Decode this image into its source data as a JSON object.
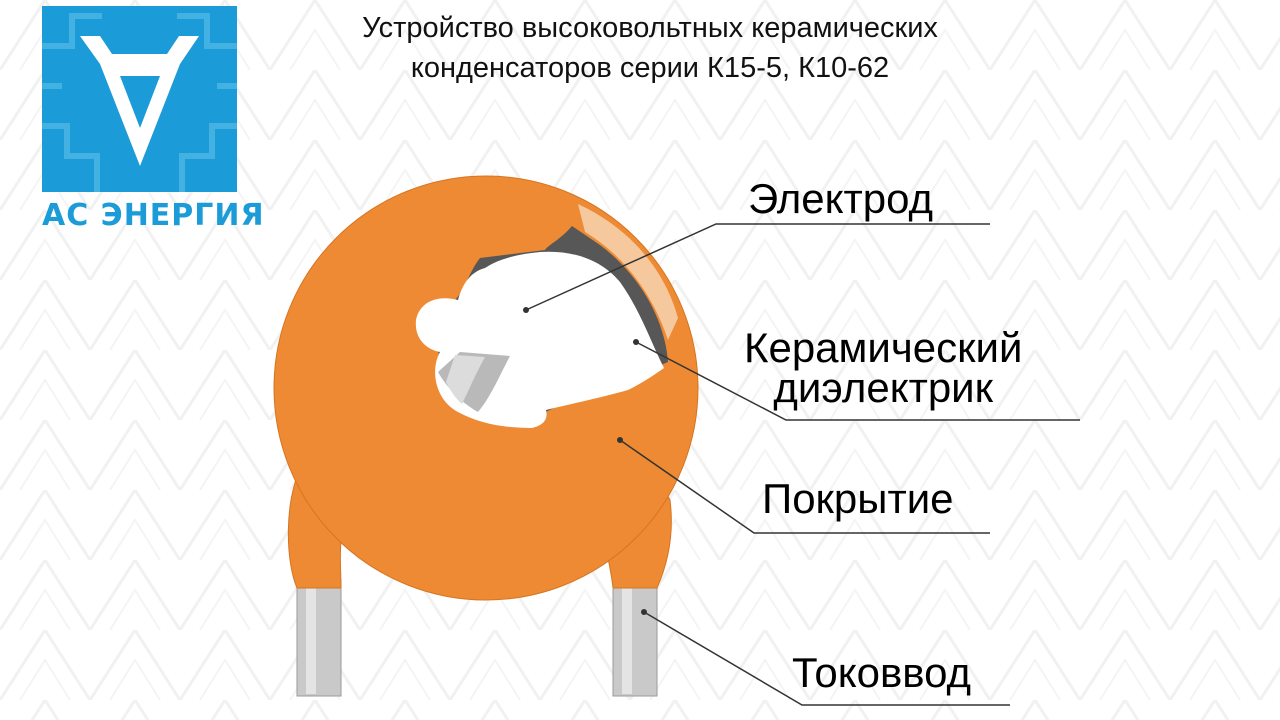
{
  "logo": {
    "text": "АС ЭНЕРГИЯ",
    "color": "#1b9bd7"
  },
  "title": {
    "line1": "Устройство высоковольтных керамических",
    "line2": "конденсаторов серии К15-5, К10-62"
  },
  "labels": {
    "electrode": "Электрод",
    "ceramic_line1": "Керамический",
    "ceramic_line2": "диэлектрик",
    "coating": "Покрытие",
    "lead": "Токоввод"
  },
  "colors": {
    "coating": "#ee8a33",
    "dielectric_edge": "#f6c89e",
    "dielectric_dark": "#555555",
    "lead_metal": "#c8c8c8"
  }
}
